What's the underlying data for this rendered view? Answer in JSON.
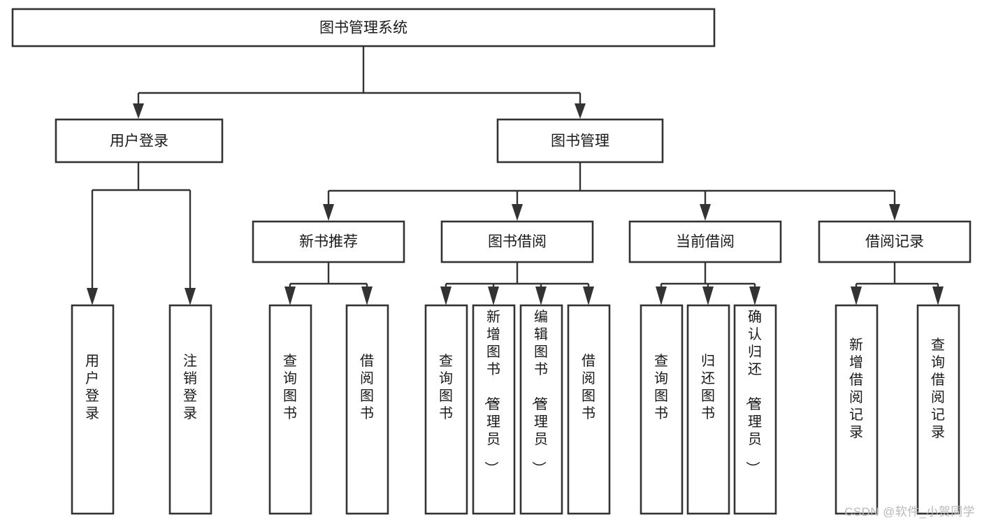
{
  "diagram": {
    "title": "图书管理系统",
    "type": "hierarchy-tree",
    "root": {
      "id": "root",
      "label": "图书管理系统"
    },
    "level2": [
      {
        "id": "user-login",
        "label": "用户登录"
      },
      {
        "id": "book-management",
        "label": "图书管理"
      }
    ],
    "level3": [
      {
        "id": "new-book-recommend",
        "label": "新书推荐",
        "parent": "book-management"
      },
      {
        "id": "book-borrow",
        "label": "图书借阅",
        "parent": "book-management"
      },
      {
        "id": "current-borrow",
        "label": "当前借阅",
        "parent": "book-management"
      },
      {
        "id": "borrow-record",
        "label": "借阅记录",
        "parent": "book-management"
      }
    ],
    "leaves": [
      {
        "id": "leaf-user-login",
        "label": "用户登录",
        "parent": "user-login"
      },
      {
        "id": "leaf-logout-login",
        "label": "注销登录",
        "parent": "user-login"
      },
      {
        "id": "leaf-query-book-1",
        "label": "查询图书",
        "parent": "new-book-recommend"
      },
      {
        "id": "leaf-borrow-book-1",
        "label": "借阅图书",
        "parent": "new-book-recommend"
      },
      {
        "id": "leaf-query-book-2",
        "label": "查询图书",
        "parent": "book-borrow"
      },
      {
        "id": "leaf-add-book",
        "label": "新增图书（管理员）",
        "parent": "book-borrow"
      },
      {
        "id": "leaf-edit-book",
        "label": "编辑图书（管理员）",
        "parent": "book-borrow"
      },
      {
        "id": "leaf-borrow-book-2",
        "label": "借阅图书",
        "parent": "book-borrow"
      },
      {
        "id": "leaf-query-book-3",
        "label": "查询图书",
        "parent": "current-borrow"
      },
      {
        "id": "leaf-return-book",
        "label": "归还图书",
        "parent": "current-borrow"
      },
      {
        "id": "leaf-confirm-return",
        "label": "确认归还（管理员）",
        "parent": "current-borrow"
      },
      {
        "id": "leaf-add-record",
        "label": "新增借阅记录",
        "parent": "borrow-record"
      },
      {
        "id": "leaf-query-record",
        "label": "查询借阅记录",
        "parent": "borrow-record"
      }
    ]
  },
  "watermark": {
    "text": "CSDN @软件_小贺同学"
  },
  "colors": {
    "box_stroke": "#333333",
    "box_fill": "#ffffff",
    "text": "#1a1a1a",
    "connector": "#333333",
    "watermark": "#b9b9b9",
    "background": "#ffffff"
  }
}
